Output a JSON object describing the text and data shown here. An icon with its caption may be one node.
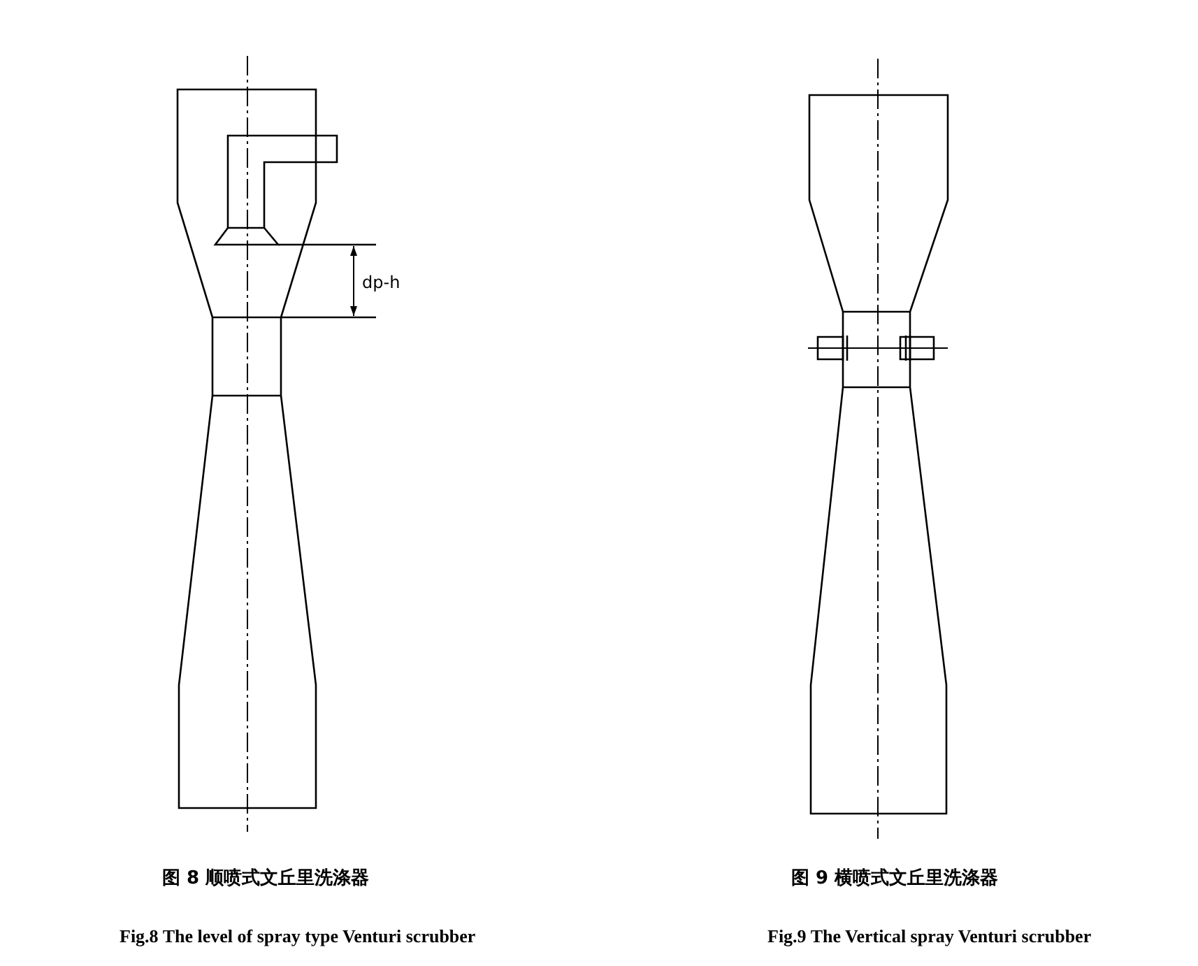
{
  "diagram": {
    "labels": [
      "dp-h",
      "图 8 顺喷式文丘里洗涤器",
      "图 9 横喷式文丘里洗涤器",
      "Fig.8 The level of spray type Venturi scrubber",
      "Fig.9 The Vertical spray Venturi scrubber"
    ]
  }
}
